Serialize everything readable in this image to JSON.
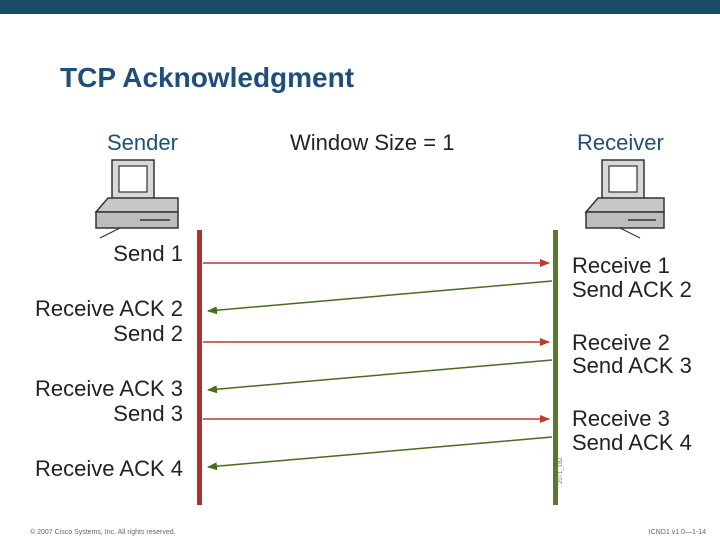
{
  "slide": {
    "title": "TCP Acknowledgment",
    "footer_left": "© 2007 Cisco Systems, Inc. All rights reserved.",
    "footer_right": "ICND1 v1.0—1-14",
    "figure_id": "2071_182"
  },
  "diagram": {
    "sender_label": "Sender",
    "receiver_label": "Receiver",
    "window_label": "Window Size = 1",
    "sender_events": [
      "Send 1",
      "Receive ACK 2",
      "Send 2",
      "Receive ACK 3",
      "Send 3",
      "Receive ACK 4"
    ],
    "receiver_events": [
      "Receive 1",
      "Send ACK 2",
      "Receive 2",
      "Send ACK 3",
      "Receive 3",
      "Send ACK 4"
    ],
    "colors": {
      "send_arrow": "#c0392b",
      "ack_arrow": "#4a6b1f",
      "sender_line": "#b03030",
      "receiver_line": "#5a7a2a",
      "header_text": "#1f4e79"
    }
  }
}
